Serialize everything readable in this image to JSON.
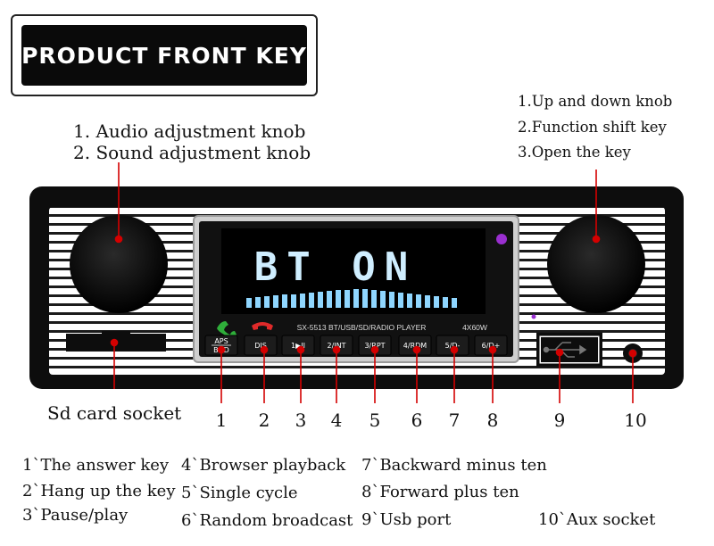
{
  "title": "PRODUCT FRONT KEY",
  "left_knob_labels": [
    "1. Audio adjustment knob",
    "2. Sound adjustment knob"
  ],
  "right_knob_labels": [
    "1.Up and down knob",
    "2.Function shift key",
    "3.Open the key"
  ],
  "sd_label": "Sd card socket",
  "display": {
    "main_text": "BT ON",
    "model_text": "SX-5513  BT/USB/SD/RADIO  PLAYER",
    "power_text": "4X60W"
  },
  "buttons": [
    {
      "line1": "APS",
      "line2": "BND"
    },
    {
      "line1": "DIS",
      "line2": ""
    },
    {
      "line1": "1▶II",
      "line2": ""
    },
    {
      "line1": "2/INT",
      "line2": ""
    },
    {
      "line1": "3/RPT",
      "line2": ""
    },
    {
      "line1": "4/RDM",
      "line2": ""
    },
    {
      "line1": "5/D-",
      "line2": ""
    },
    {
      "line1": "6/D+",
      "line2": ""
    }
  ],
  "callout_numbers": [
    "1",
    "2",
    "3",
    "4",
    "5",
    "6",
    "7",
    "8",
    "9",
    "10"
  ],
  "legend": [
    "1`The answer key",
    "2`Hang up the key",
    "3`Pause/play",
    "4`Browser playback",
    "5`Single cycle",
    "6`Random broadcast",
    "7`Backward minus ten",
    "8`Forward plus ten",
    "9`Usb port",
    "10`Aux socket"
  ],
  "colors": {
    "callout_red": "#d40000",
    "screen_blue": "#8fd6ff",
    "panel_dark": "#0d0d0d"
  }
}
